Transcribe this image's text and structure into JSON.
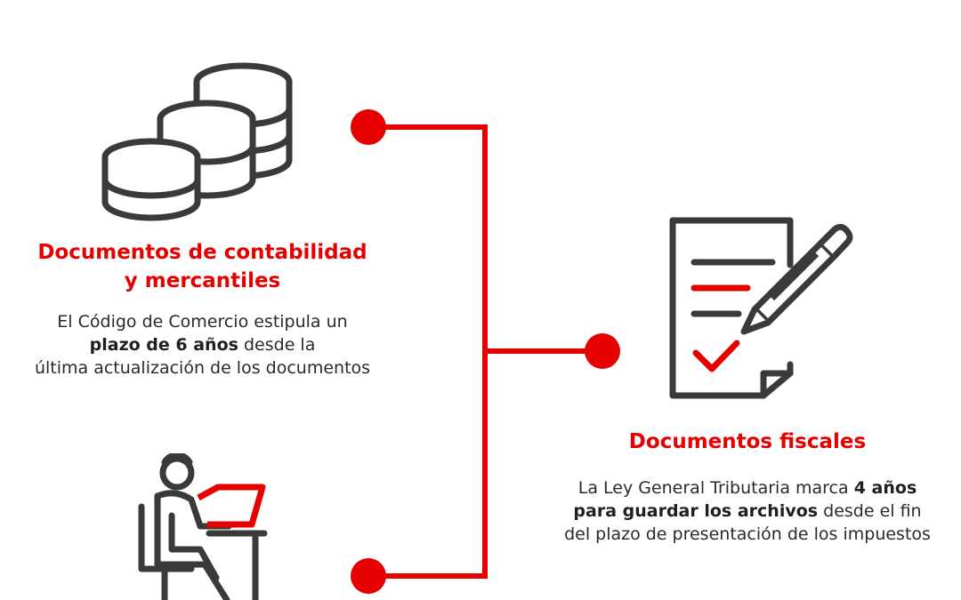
{
  "colors": {
    "accent": "#e60000",
    "text": "#2a2a2a",
    "icon_stroke": "#3a3a3a"
  },
  "left_top": {
    "icon": "stacked-coins-icon",
    "title_line1": "Documentos de contabilidad",
    "title_line2": "y mercantiles",
    "desc_line1": "El Código de Comercio estipula un",
    "desc_line2_bold": "plazo de 6 años",
    "desc_line2_rest": " desde la",
    "desc_line3": "última actualización de los documentos"
  },
  "left_bottom": {
    "icon": "person-at-computer-icon"
  },
  "right": {
    "icon": "document-pen-check-icon",
    "title": "Documentos fiscales",
    "desc_line1_pre": "La Ley General Tributaria marca ",
    "desc_line1_bold": "4 años",
    "desc_line2_bold": "para guardar los archivos",
    "desc_line2_rest": " desde el fin",
    "desc_line3": "del plazo de presentación de los impuestos"
  }
}
